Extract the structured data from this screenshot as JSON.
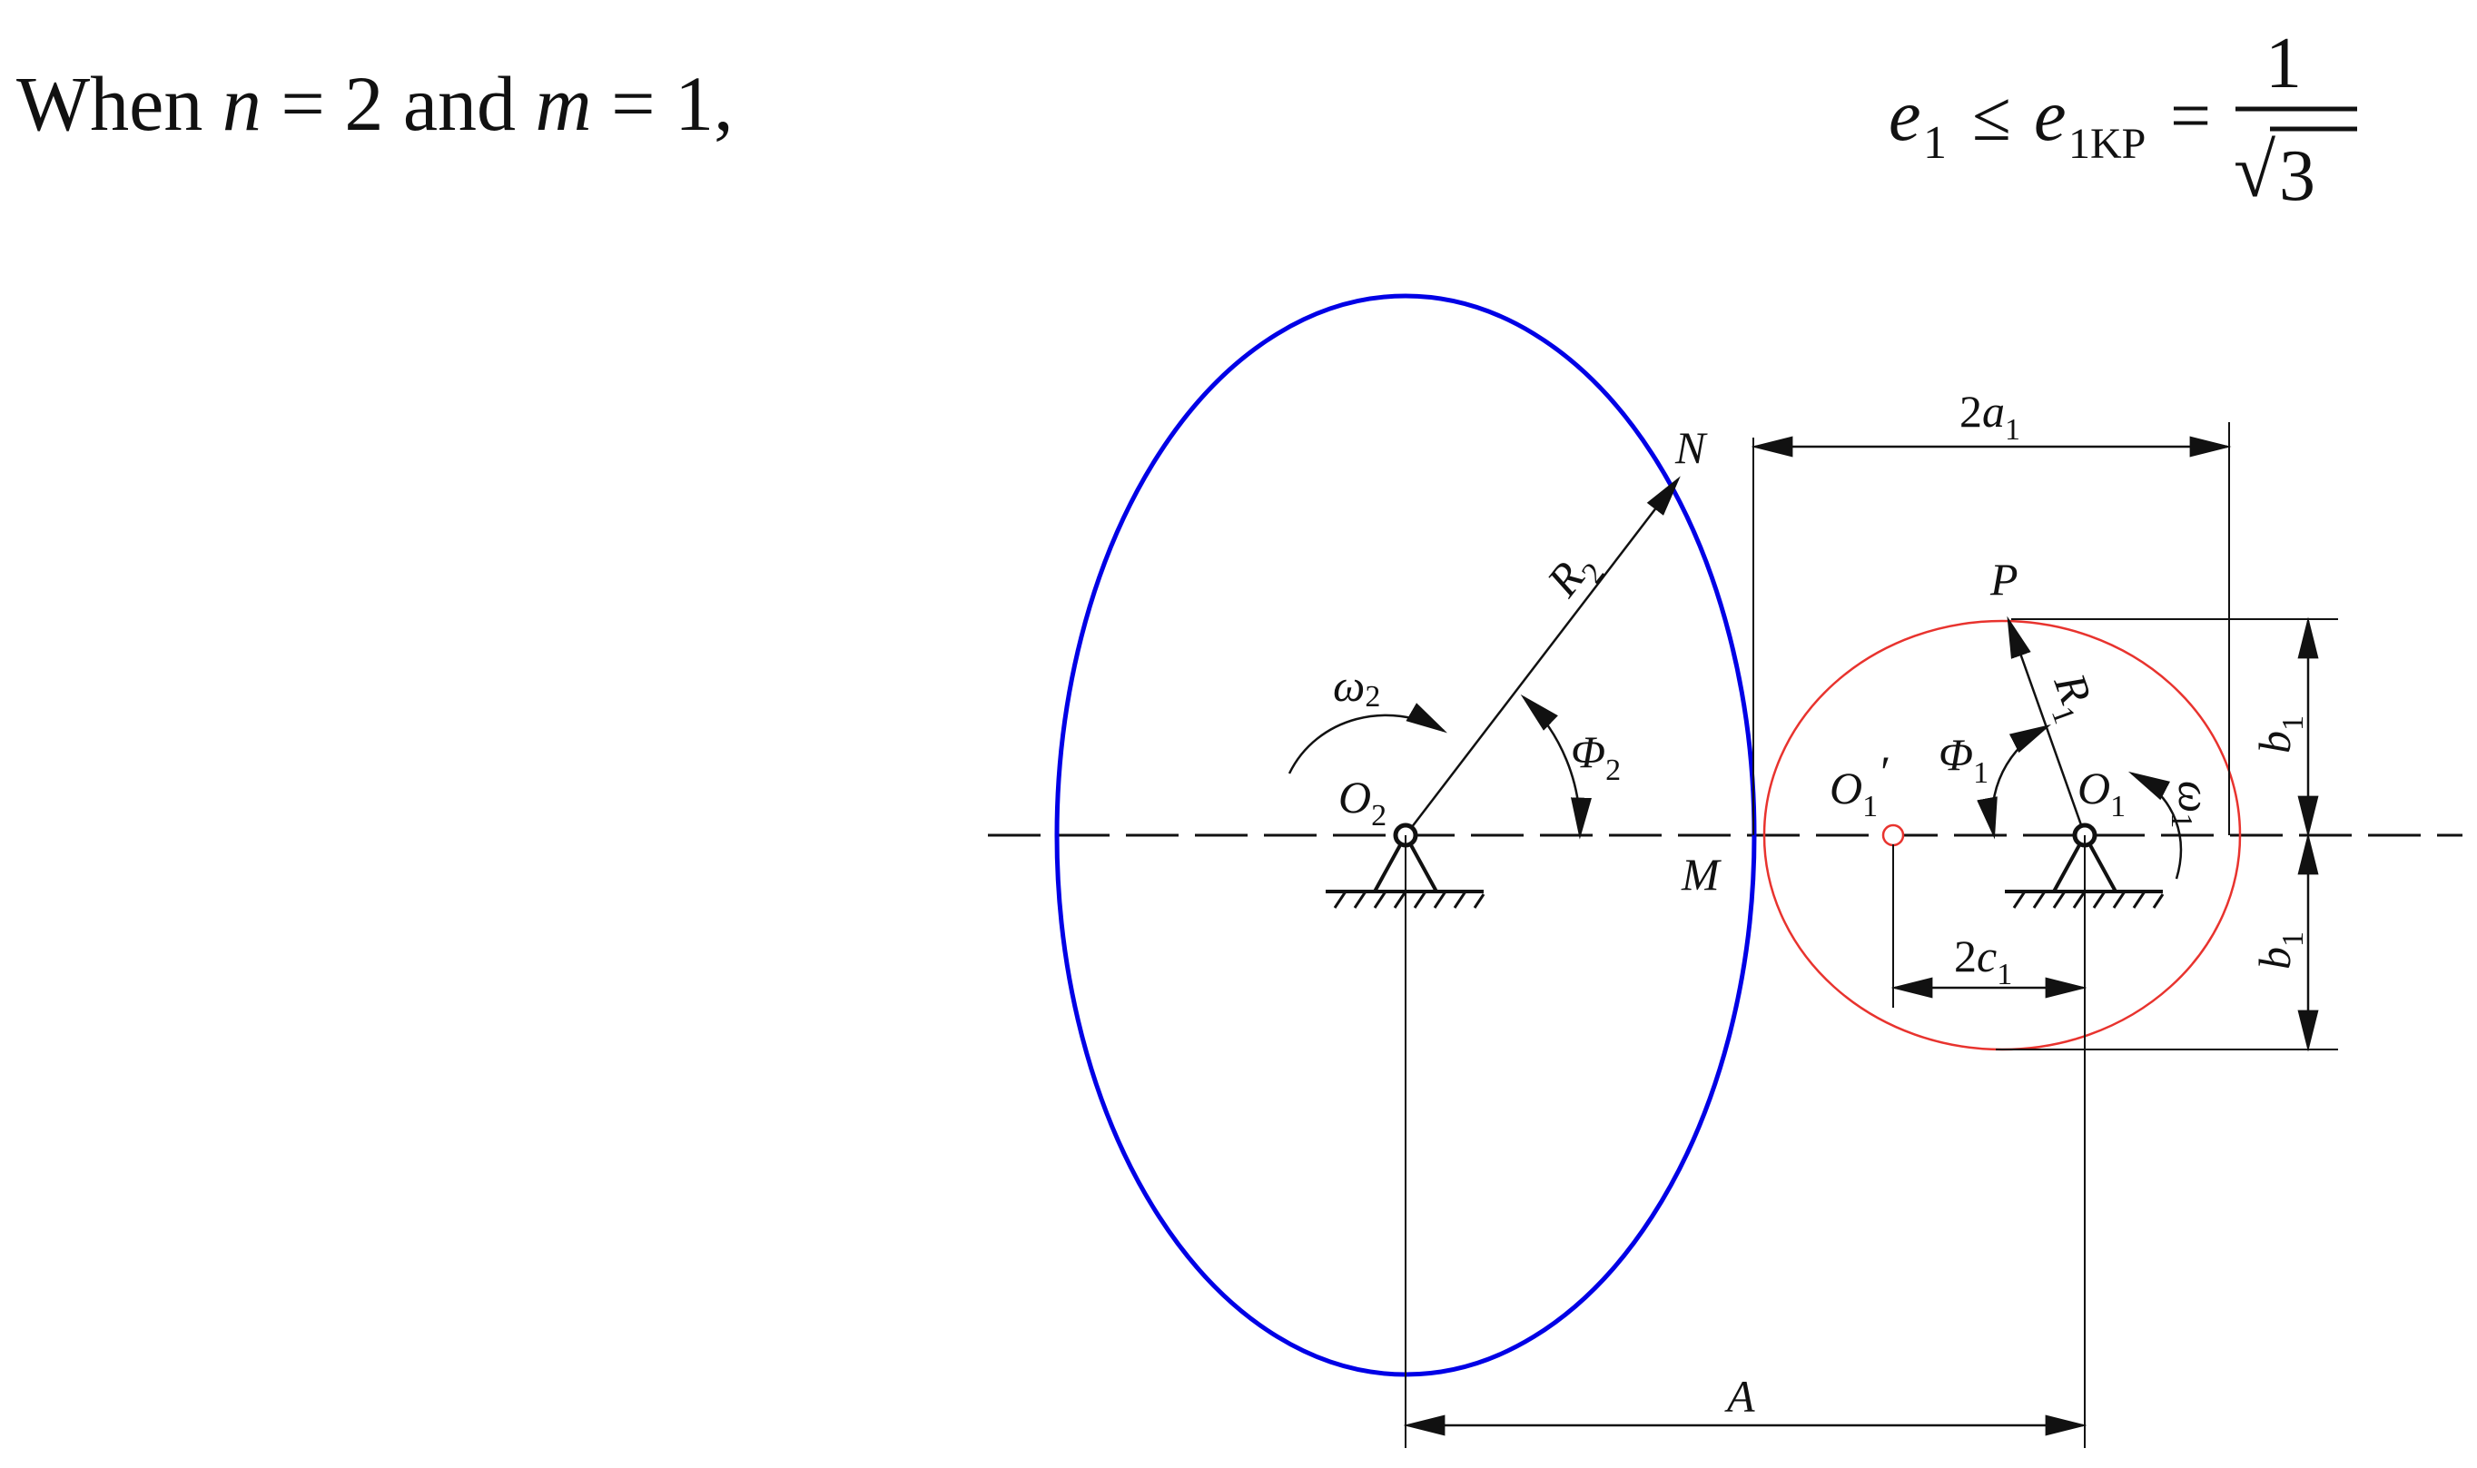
{
  "heading": {
    "prefix": "When ",
    "var_n": "n",
    "eq_n": " = 2 and ",
    "var_m": "m",
    "eq_m": " = 1,"
  },
  "formula": {
    "lhs_var": "e",
    "lhs_sub": "1",
    "relation": "≤",
    "rhs_var": "e",
    "rhs_sub": "1KP",
    "equals": "=",
    "numerator": "1",
    "radical": "√",
    "radicand": "3"
  },
  "diagram": {
    "colors": {
      "large_ellipse": "#0000e6",
      "small_ellipse": "#e8332e",
      "lines": "#111111"
    },
    "labels": {
      "O2": "O",
      "O2_sub": "2",
      "O1": "O",
      "O1_sub": "1",
      "O1p": "O",
      "O1p_sub": "1",
      "O1p_prime": "′",
      "N": "N",
      "M": "M",
      "P": "P",
      "A": "A",
      "R2": "R",
      "R2_sub": "2",
      "R1": "R",
      "R1_sub": "1",
      "omega2": "ω",
      "omega2_sub": "2",
      "omega1": "ω",
      "omega1_sub": "1",
      "Phi2": "Φ",
      "Phi2_sub": "2",
      "Phi1": "Φ",
      "Phi1_sub": "1",
      "a1_coef": "2",
      "a1": "a",
      "a1_sub": "1",
      "c1_coef": "2",
      "c1": "c",
      "c1_sub": "1",
      "b1_top": "b",
      "b1_top_sub": "1",
      "b1_bot": "b",
      "b1_bot_sub": "1"
    }
  }
}
